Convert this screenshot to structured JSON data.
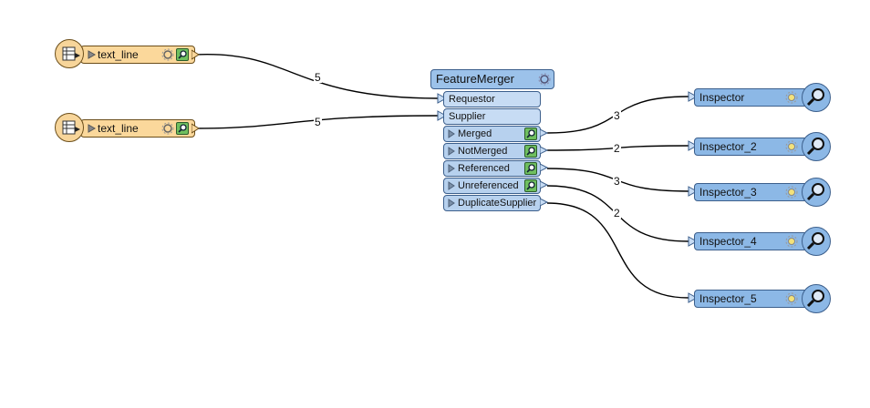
{
  "readers": [
    {
      "label": "text_line"
    },
    {
      "label": "text_line"
    }
  ],
  "feature_merger": {
    "title": "FeatureMerger",
    "inputs": [
      "Requestor",
      "Supplier"
    ],
    "outputs": [
      "Merged",
      "NotMerged",
      "Referenced",
      "Unreferenced",
      "DuplicateSupplier"
    ]
  },
  "inspectors": [
    "Inspector",
    "Inspector_2",
    "Inspector_3",
    "Inspector_4",
    "Inspector_5"
  ],
  "connection_counts": {
    "reader1_to_requestor": "5",
    "reader2_to_supplier": "5",
    "merged_to_inspector": "3",
    "notmerged_to_inspector_2": "2",
    "referenced_to_inspector_3": "3",
    "unreferenced_to_inspector_4": "2"
  },
  "colors": {
    "reader": "#fbd89b",
    "transformer": "#9cc2ea",
    "inspector": "#8cb8e6",
    "connection": "#000000"
  }
}
